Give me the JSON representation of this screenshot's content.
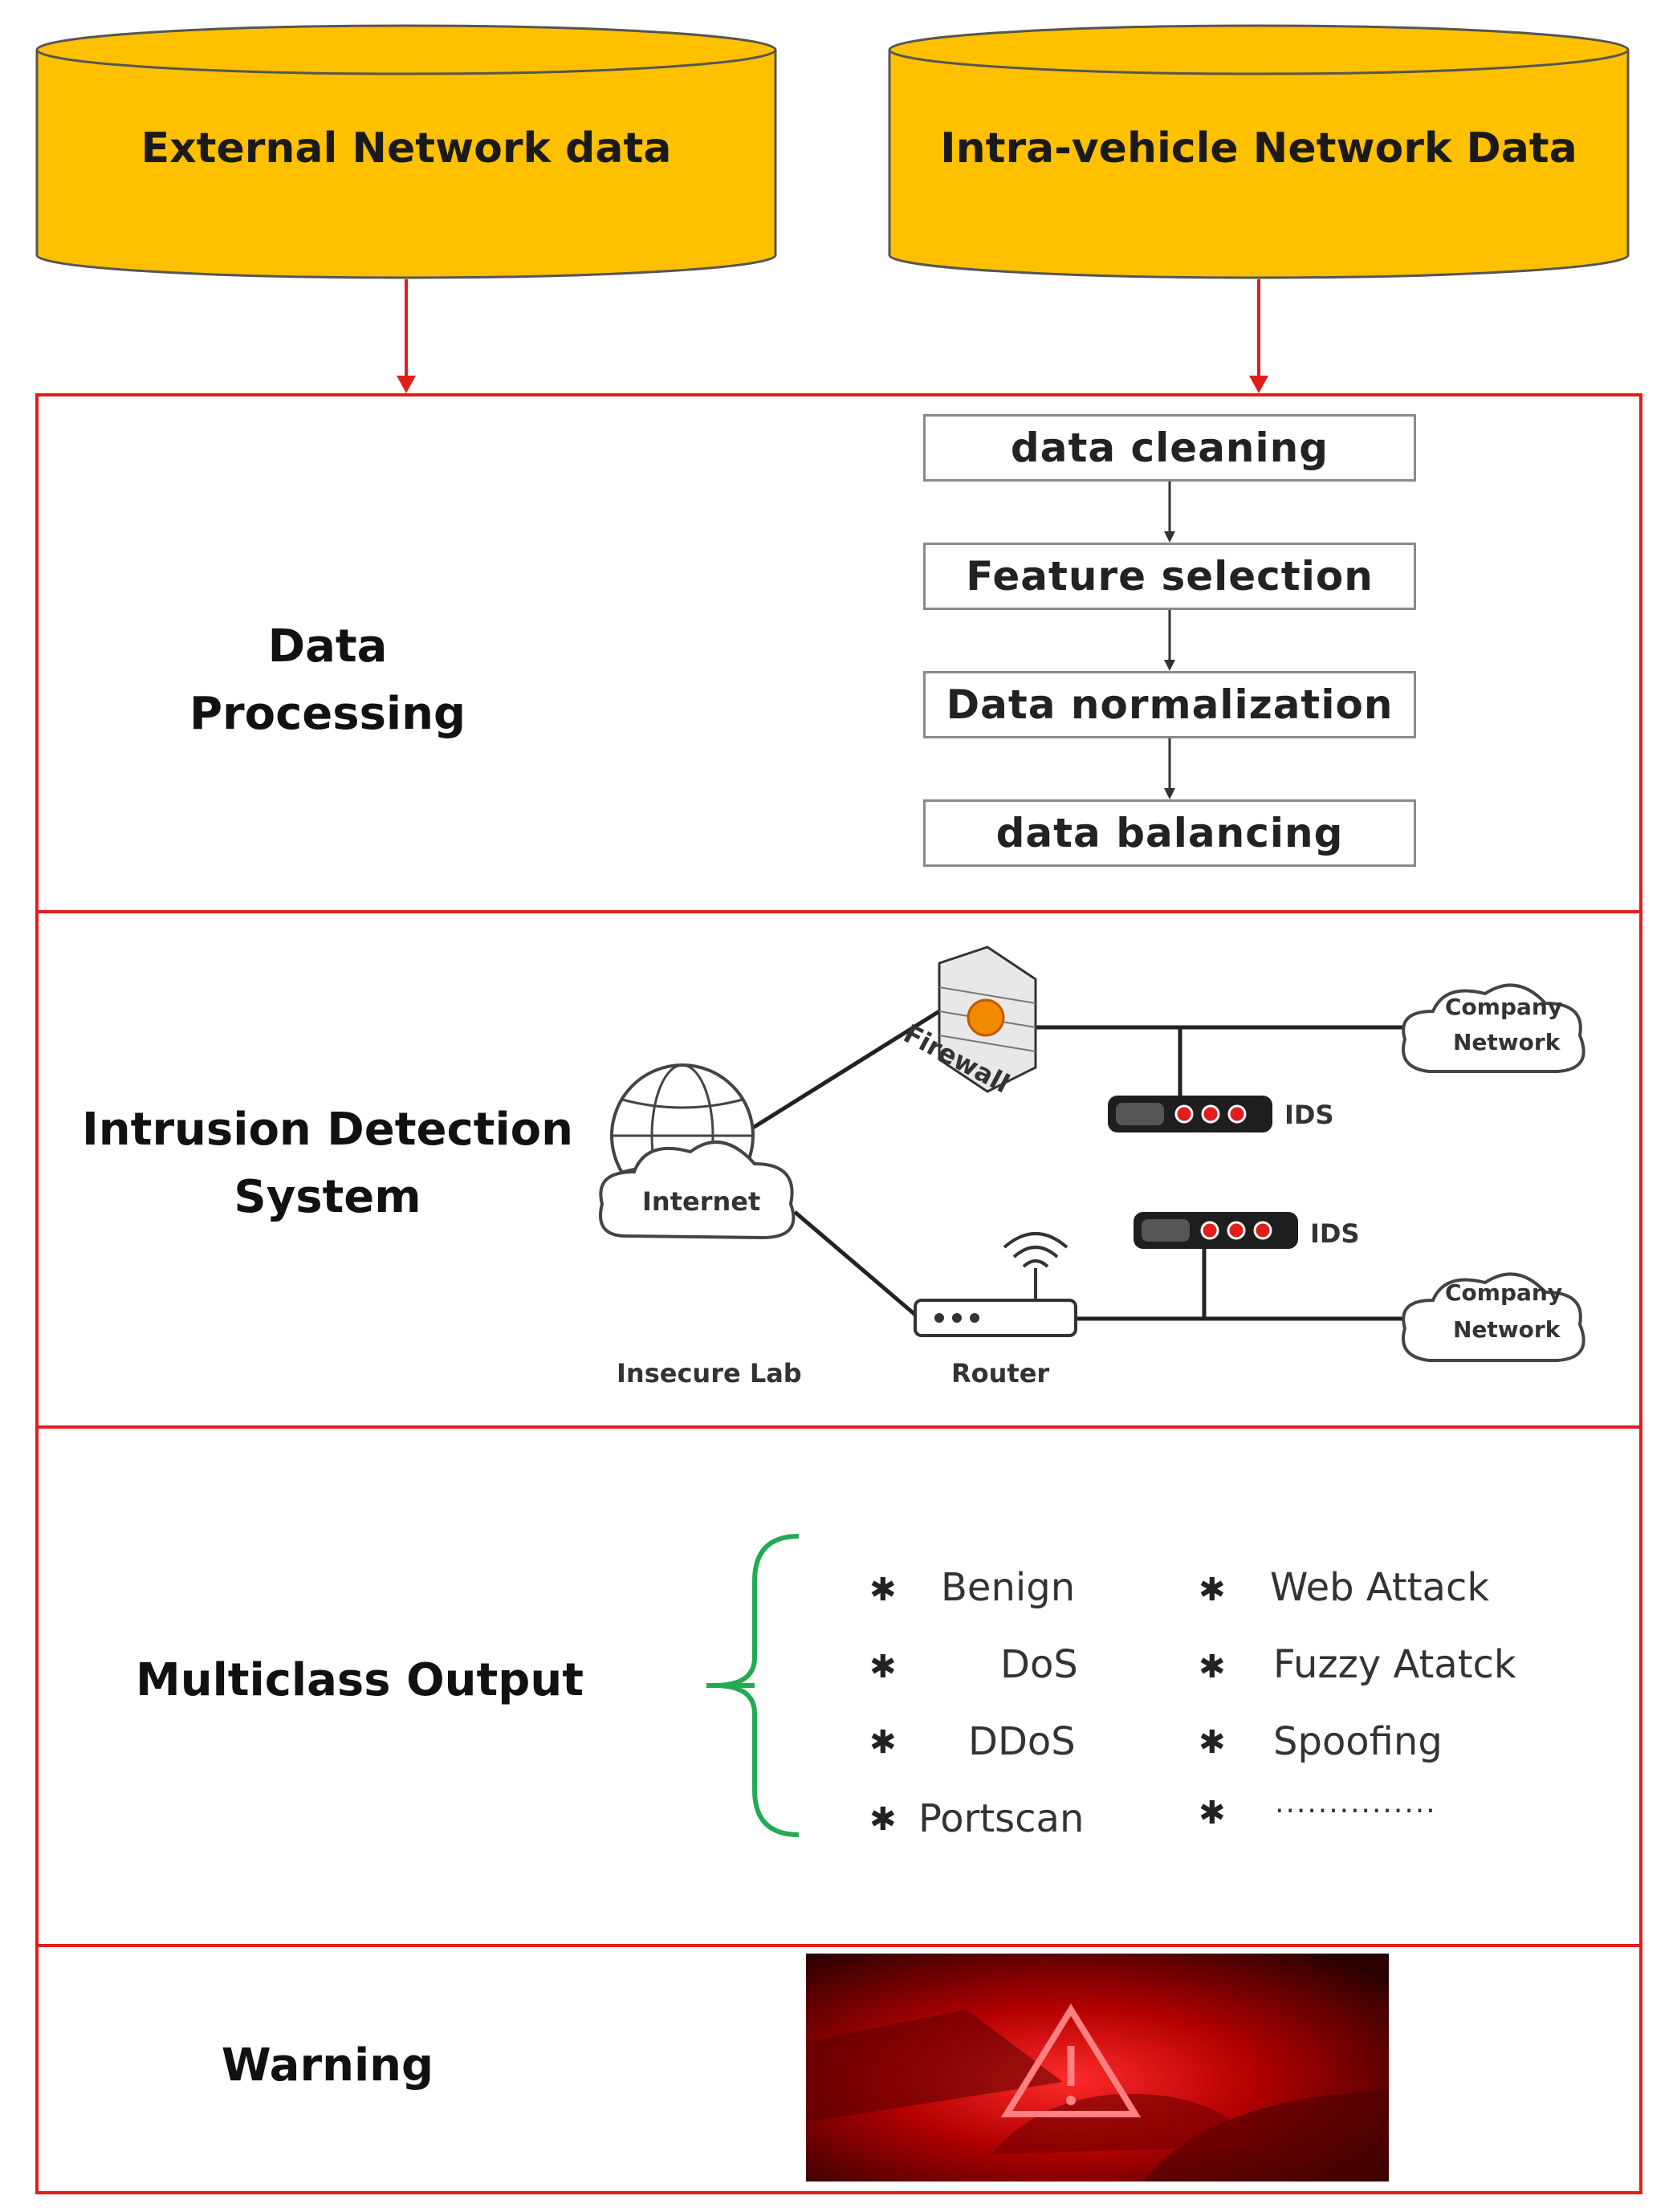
{
  "sources": {
    "external": "External Network data",
    "intra": "Intra-vehicle Network Data"
  },
  "colors": {
    "database_fill": "#ffc000",
    "section_border": "#e11d1d",
    "arrow": "#e11d1d",
    "brace": "#22aa55",
    "warning_bg": "#8b0000"
  },
  "processing": {
    "title": "Data Processing",
    "steps": [
      "data cleaning",
      "Feature selection",
      "Data normalization",
      "data balancing"
    ]
  },
  "ids": {
    "title_line1": "Intrusion Detection",
    "title_line2": "System",
    "labels": {
      "internet": "Internet",
      "firewall": "Firewall",
      "ids_top": "IDS",
      "ids_bottom": "IDS",
      "company_top_1": "Company",
      "company_top_2": "Network",
      "company_bottom_1": "Company",
      "company_bottom_2": "Network",
      "insecure_lab": "Insecure Lab",
      "router": "Router"
    }
  },
  "output": {
    "title": "Multiclass Output",
    "left_classes": [
      "Benign",
      "DoS",
      "DDoS",
      "Portscan"
    ],
    "right_classes": [
      "Web Attack",
      "Fuzzy Atatck",
      "Spoofing",
      "..............."
    ]
  },
  "warning": {
    "title": "Warning"
  }
}
